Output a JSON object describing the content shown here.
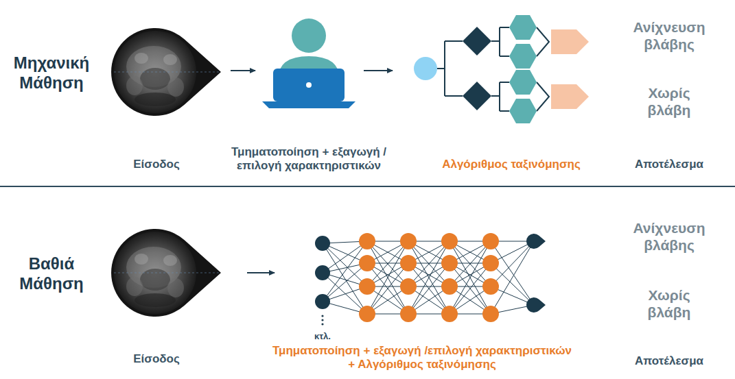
{
  "diagram": {
    "labels": [
      "Μηχανική Μάθηση",
      "Είσοδος",
      "Τμηματοποίηση + εξαγωγή /επιλογή χαρακτηριστικών",
      "Αλγόριθμος ταξινόμησης",
      "Ανίχνευση βλάβης",
      "Χωρίς βλάβη",
      "Αποτέλεσμα",
      "Βαθιά Μάθηση",
      "κτλ.",
      "Είσοδος",
      "Τμηματοποίηση + εξαγωγή /επιλογή χαρακτηριστικών + Αλγόριθμος ταξινόμησης",
      "Ανίχνευση βλάβης",
      "Χωρίς βλάβη",
      "Αποτέλεσμα"
    ]
  }
}
